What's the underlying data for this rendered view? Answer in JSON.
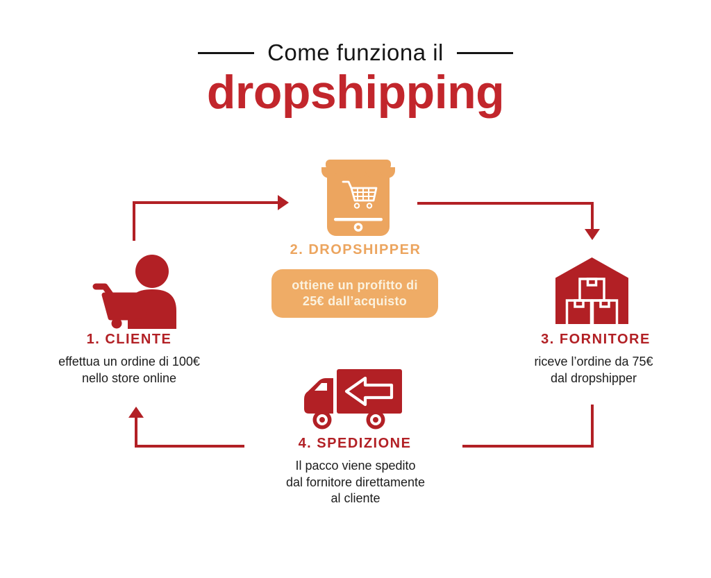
{
  "header": {
    "subtitle": "Come funziona il",
    "title": "dropshipping"
  },
  "steps": {
    "cliente": {
      "label": "1. CLIENTE",
      "description": "effettua un ordine di 100€\nnello store online"
    },
    "dropshipper": {
      "label": "2. DROPSHIPPER",
      "note": "ottiene un profitto di\n25€ dall’acquisto"
    },
    "fornitore": {
      "label": "3. FORNITORE",
      "description": "riceve l’ordine da 75€\ndal dropshipper"
    },
    "spedizione": {
      "label": "4. SPEDIZIONE",
      "description": "Il pacco viene spedito\ndal fornitore direttamente\nal cliente"
    }
  },
  "icons": {
    "cliente": "person-with-shopping-cart-icon",
    "dropshipper": "mobile-storefront-icon",
    "fornitore": "warehouse-boxes-icon",
    "spedizione": "delivery-truck-icon"
  },
  "colors": {
    "red": "#B22025",
    "title_red": "#C2262C",
    "orange": "#ECA55F",
    "box_fill": "#EFAC66",
    "box_text": "#FBF2DF",
    "text_dark": "#1C1C1C",
    "subtitle_dark": "#151515"
  }
}
